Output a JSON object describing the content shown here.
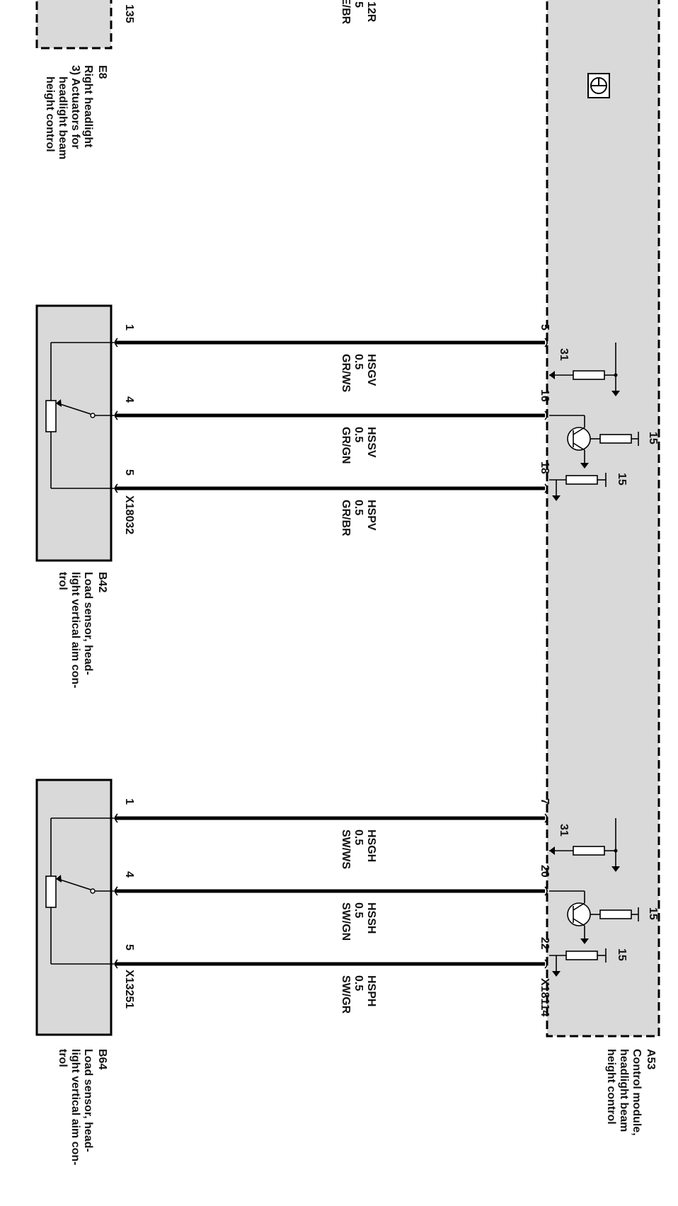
{
  "fragments": {
    "top1": "12R",
    "top2": "5",
    "top3": "E/BR",
    "top4": "135"
  },
  "e8": {
    "id": "E8",
    "line1": "Right headlight",
    "line2": "3) Actuators for",
    "line3": "headlight beam",
    "line4": "height control"
  },
  "b42": {
    "id": "B42",
    "line1": "Load sensor, head-",
    "line2": "light vertical aim   con-",
    "line3": "trol",
    "connector": "X18032"
  },
  "b64": {
    "id": "B64",
    "line1": "Load sensor, head-",
    "line2": "light vertical aim   con-",
    "line3": "trol",
    "connector": "X13251"
  },
  "a53": {
    "id": "A53",
    "line1": "Control module,",
    "line2": "headlight beam",
    "line3": "height control",
    "connector": "X18114"
  },
  "ref_labels": {
    "ground": "31",
    "supply": "15"
  },
  "pins": {
    "b42": [
      "1",
      "4",
      "5"
    ],
    "b64": [
      "1",
      "4",
      "5"
    ],
    "a53_upper": [
      "5",
      "16",
      "18"
    ],
    "a53_lower": [
      "7",
      "20",
      "22"
    ]
  },
  "wires": [
    {
      "name": "HSGV",
      "size": "0.5",
      "color": "GR/WS"
    },
    {
      "name": "HSSV",
      "size": "0.5",
      "color": "GR/GN"
    },
    {
      "name": "HSPV",
      "size": "0.5",
      "color": "GR/BR"
    },
    {
      "name": "HSGH",
      "size": "0.5",
      "color": "SW/WS"
    },
    {
      "name": "HSSH",
      "size": "0.5",
      "color": "SW/GN"
    },
    {
      "name": "HSPH",
      "size": "0.5",
      "color": "SW/GR"
    }
  ]
}
